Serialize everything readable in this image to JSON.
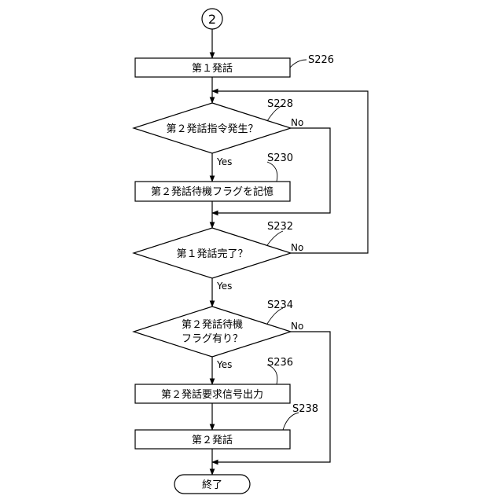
{
  "connector": {
    "label": "2"
  },
  "nodes": {
    "s226": {
      "step": "S226",
      "label": "第１発話"
    },
    "s228": {
      "step": "S228",
      "label": "第２発話指令発生？",
      "yes": "Yes",
      "no": "No"
    },
    "s230": {
      "step": "S230",
      "label": "第２発話待機フラグを記憶"
    },
    "s232": {
      "step": "S232",
      "label": "第１発話完了？",
      "yes": "Yes",
      "no": "No"
    },
    "s234": {
      "step": "S234",
      "label_line1": "第２発話待機",
      "label_line2": "フラグ有り？",
      "yes": "Yes",
      "no": "No"
    },
    "s236": {
      "step": "S236",
      "label": "第２発話要求信号出力"
    },
    "s238": {
      "step": "S238",
      "label": "第２発話"
    },
    "end": {
      "label": "終了"
    }
  }
}
